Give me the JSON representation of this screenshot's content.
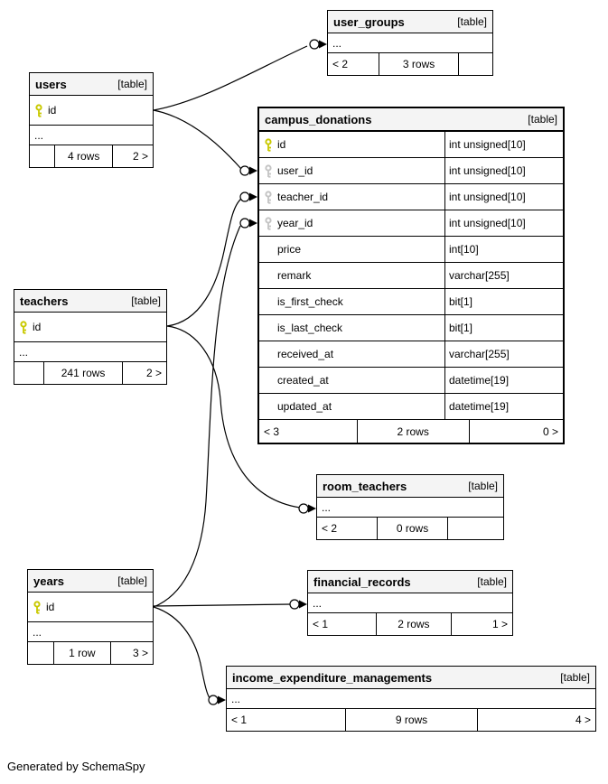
{
  "page": {
    "generated_by": "Generated by SchemaSpy"
  },
  "colors": {
    "primary_key": "#c9c900",
    "foreign_key": "#c4c4c4",
    "header_bg": "#f4f4f4",
    "line": "#000000"
  },
  "tables": {
    "user_groups": {
      "name": "user_groups",
      "tag": "[table]",
      "ellipsis": "...",
      "footer": {
        "left": "< 2",
        "center": "3 rows",
        "right": ""
      }
    },
    "users": {
      "name": "users",
      "tag": "[table]",
      "columns": [
        {
          "name": "id",
          "key": "pk"
        }
      ],
      "ellipsis": "...",
      "footer": {
        "left": "",
        "center": "4 rows",
        "right": "2 >"
      }
    },
    "campus_donations": {
      "name": "campus_donations",
      "tag": "[table]",
      "columns": [
        {
          "name": "id",
          "type": "int unsigned[10]",
          "key": "pk"
        },
        {
          "name": "user_id",
          "type": "int unsigned[10]",
          "key": "fk"
        },
        {
          "name": "teacher_id",
          "type": "int unsigned[10]",
          "key": "fk"
        },
        {
          "name": "year_id",
          "type": "int unsigned[10]",
          "key": "fk"
        },
        {
          "name": "price",
          "type": "int[10]",
          "key": ""
        },
        {
          "name": "remark",
          "type": "varchar[255]",
          "key": ""
        },
        {
          "name": "is_first_check",
          "type": "bit[1]",
          "key": ""
        },
        {
          "name": "is_last_check",
          "type": "bit[1]",
          "key": ""
        },
        {
          "name": "received_at",
          "type": "varchar[255]",
          "key": ""
        },
        {
          "name": "created_at",
          "type": "datetime[19]",
          "key": ""
        },
        {
          "name": "updated_at",
          "type": "datetime[19]",
          "key": ""
        }
      ],
      "footer": {
        "left": "< 3",
        "center": "2 rows",
        "right": "0 >"
      }
    },
    "teachers": {
      "name": "teachers",
      "tag": "[table]",
      "columns": [
        {
          "name": "id",
          "key": "pk"
        }
      ],
      "ellipsis": "...",
      "footer": {
        "left": "",
        "center": "241 rows",
        "right": "2 >"
      }
    },
    "room_teachers": {
      "name": "room_teachers",
      "tag": "[table]",
      "ellipsis": "...",
      "footer": {
        "left": "< 2",
        "center": "0 rows",
        "right": ""
      }
    },
    "years": {
      "name": "years",
      "tag": "[table]",
      "columns": [
        {
          "name": "id",
          "key": "pk"
        }
      ],
      "ellipsis": "...",
      "footer": {
        "left": "",
        "center": "1 row",
        "right": "3 >"
      }
    },
    "financial_records": {
      "name": "financial_records",
      "tag": "[table]",
      "ellipsis": "...",
      "footer": {
        "left": "< 1",
        "center": "2 rows",
        "right": "1 >"
      }
    },
    "income_expenditure_managements": {
      "name": "income_expenditure_managements",
      "tag": "[table]",
      "ellipsis": "...",
      "footer": {
        "left": "< 1",
        "center": "9 rows",
        "right": "4 >"
      }
    }
  },
  "relationships": [
    {
      "from": "users.id",
      "to_table": "user_groups",
      "to_column": "..."
    },
    {
      "from": "users.id",
      "to_table": "campus_donations",
      "to_column": "user_id"
    },
    {
      "from": "teachers.id",
      "to_table": "campus_donations",
      "to_column": "teacher_id"
    },
    {
      "from": "teachers.id",
      "to_table": "room_teachers",
      "to_column": "..."
    },
    {
      "from": "years.id",
      "to_table": "campus_donations",
      "to_column": "year_id"
    },
    {
      "from": "years.id",
      "to_table": "financial_records",
      "to_column": "..."
    },
    {
      "from": "years.id",
      "to_table": "income_expenditure_managements",
      "to_column": "..."
    }
  ]
}
